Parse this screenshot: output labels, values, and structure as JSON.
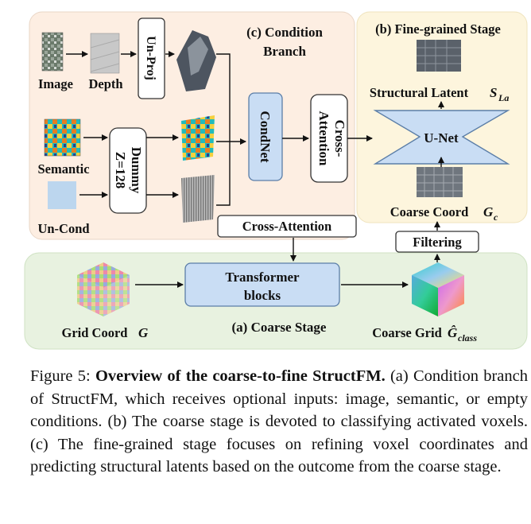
{
  "diagram": {
    "section_condition": [
      "(c) Condition",
      "Branch"
    ],
    "section_fine": "(b) Fine-grained Stage",
    "section_coarse": "(a) Coarse Stage",
    "label_image": "Image",
    "label_depth": "Depth",
    "label_unproj": "Un-Proj",
    "label_semantic": "Semantic",
    "label_uncond": "Un-Cond",
    "label_dummy": [
      "Dummy",
      "Z=128"
    ],
    "label_condnet": "CondNet",
    "label_cross_attention_vertical": [
      "Cross-",
      "Attention"
    ],
    "label_unet": "U-Net",
    "label_structural_latent": "Structural Latent",
    "label_structural_symbol": "S",
    "label_structural_sub": "La",
    "label_coarse_coord": "Coarse Coord",
    "label_coarse_coord_symbol": "G",
    "label_coarse_coord_sub": "c",
    "label_filtering": "Filtering",
    "label_cross_attention": "Cross-Attention",
    "label_transformer": [
      "Transformer",
      "blocks"
    ],
    "label_grid_coord": "Grid Coord",
    "label_grid_coord_symbol": "G",
    "label_coarse_grid": "Coarse Grid",
    "label_coarse_grid_symbol": "Ĝ",
    "label_coarse_grid_sub": "class",
    "colors": {
      "condition_bg": "#fdeee2",
      "fine_bg": "#fdf5dd",
      "coarse_bg": "#e8f2e0",
      "block_blue": "#c9ddf4",
      "block_blue_stroke": "#5b7ea8",
      "text_blue": "#1f3b66"
    }
  },
  "caption": {
    "prefix": "Figure 5: ",
    "bold": "Overview of the coarse-to-fine StructFM.",
    "body": " (a) Condition branch of StructFM, which receives optional inputs: image, semantic, or empty conditions. (b) The coarse stage is devoted to classifying activated voxels. (c) The fine-grained stage focuses on refining voxel coordinates and predicting structural latents based on the outcome from the coarse stage."
  }
}
